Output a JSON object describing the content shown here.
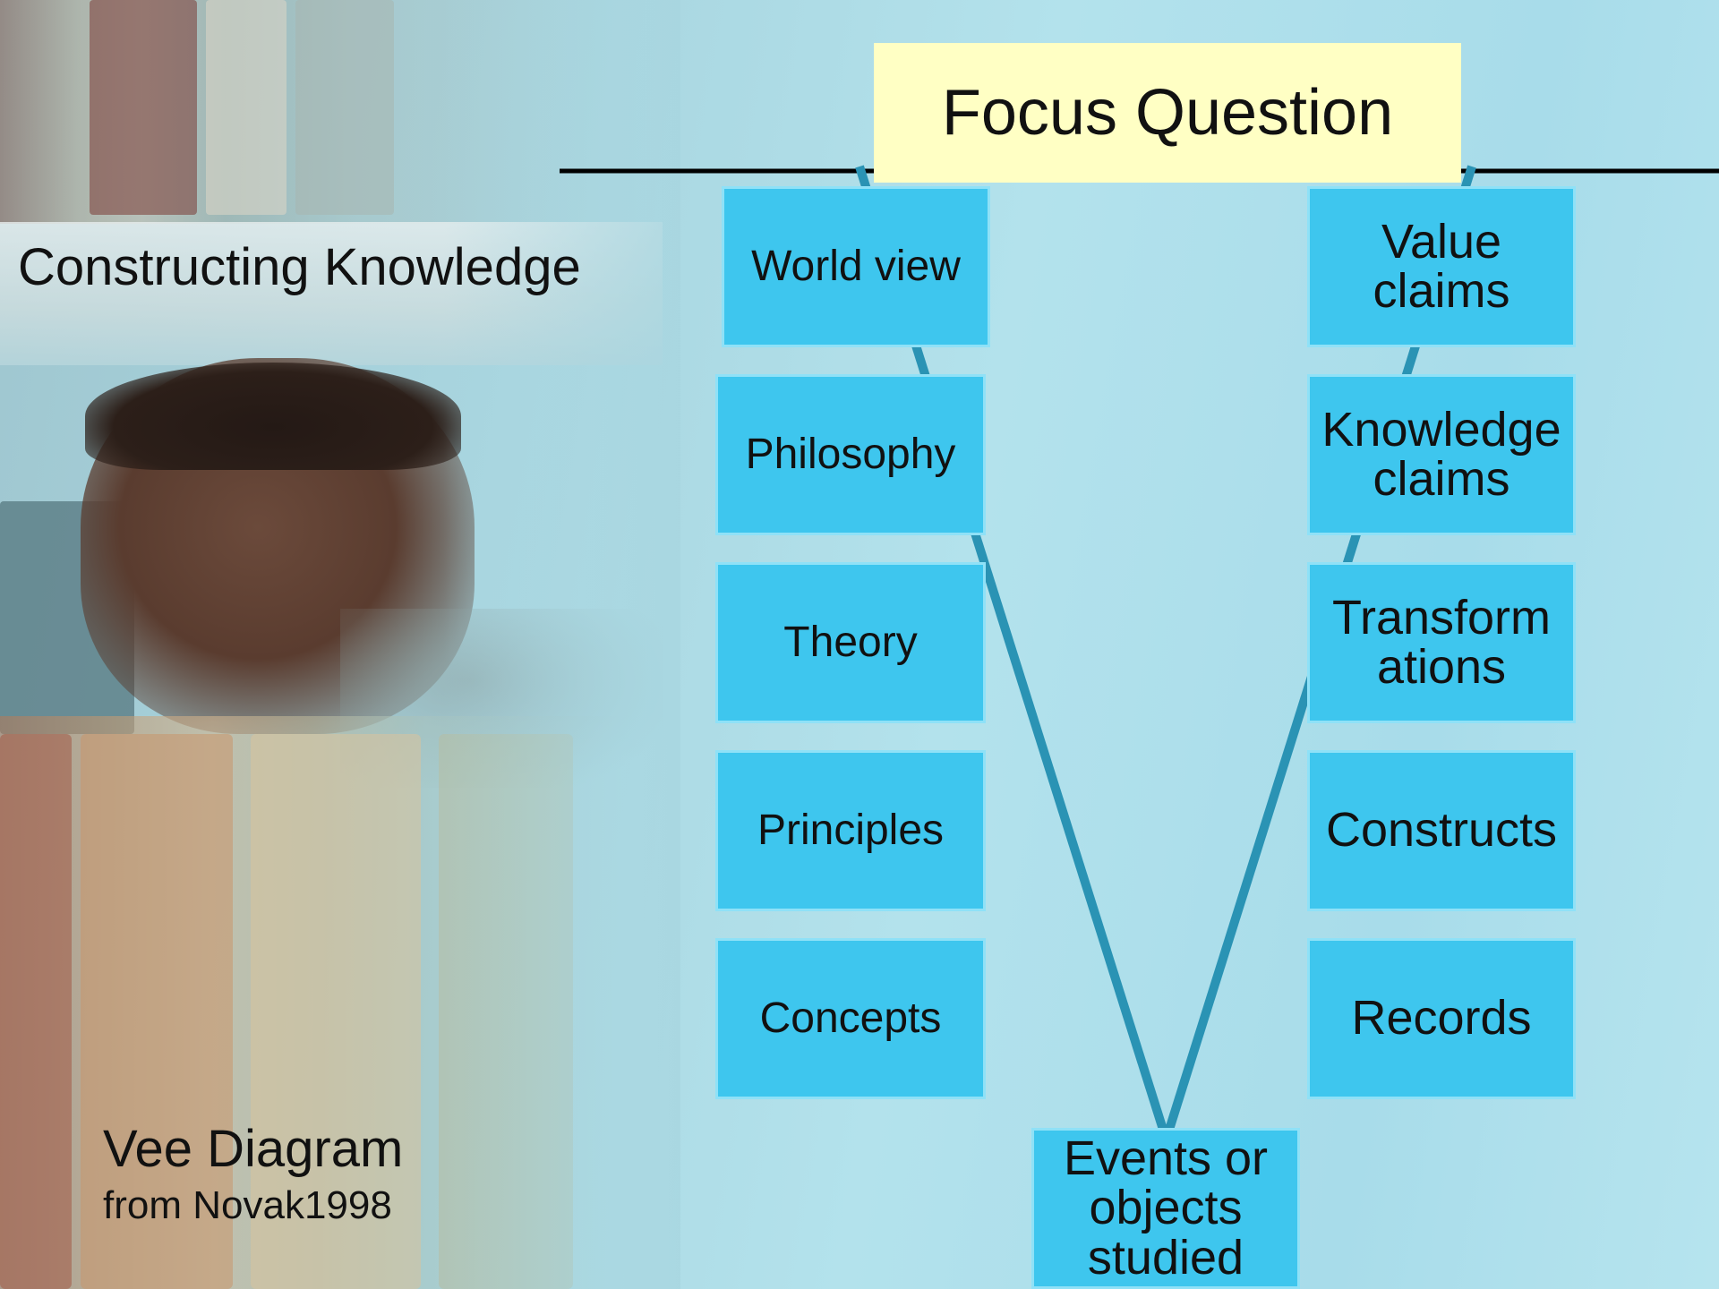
{
  "slide": {
    "title": "Constructing Knowledge",
    "vee_title": "Vee Diagram",
    "vee_source": "from Novak1998"
  },
  "diagram": {
    "focus_question": "Focus Question",
    "left_column": [
      "World view",
      "Philosophy",
      "Theory",
      "Principles",
      "Concepts"
    ],
    "right_column": [
      "Value claims",
      "Knowledge claims",
      "Transform ations",
      "Constructs",
      "Records"
    ],
    "bottom": "Events or objects studied"
  },
  "colors": {
    "box_fill": "#3ec6ee",
    "focus_fill": "#ffffc4",
    "vee_line": "#2a93b4"
  }
}
